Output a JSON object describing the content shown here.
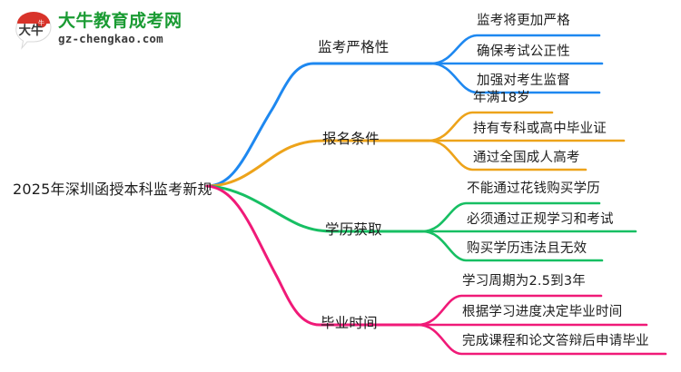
{
  "logo": {
    "mark_icon": "niu-speech-bubble-icon",
    "mark_text": "大牛",
    "name_cn": "大牛教育成考网",
    "domain": "gz-chengkao.com",
    "brand_color": "#1a9b33",
    "mark_color": "#d8332a"
  },
  "mindmap": {
    "type": "mindmap",
    "root": {
      "label": "2025年深圳函授本科监考新规"
    },
    "branches": [
      {
        "label": "监考严格性",
        "color": "#1e88f0",
        "children": [
          "监考将更加严格",
          "确保考试公正性",
          "加强对考生监督"
        ]
      },
      {
        "label": "报名条件",
        "color": "#eda31a",
        "children": [
          "年满18岁",
          "持有专科或高中毕业证",
          "通过全国成人高考"
        ]
      },
      {
        "label": "学历获取",
        "color": "#17bf63",
        "children": [
          "不能通过花钱购买学历",
          "必须通过正规学习和考试",
          "购买学历违法且无效"
        ]
      },
      {
        "label": "毕业时间",
        "color": "#f01a78",
        "children": [
          "学习周期为2.5到3年",
          "根据学习进度决定毕业时间",
          "完成课程和论文答辩后申请毕业"
        ]
      }
    ]
  }
}
